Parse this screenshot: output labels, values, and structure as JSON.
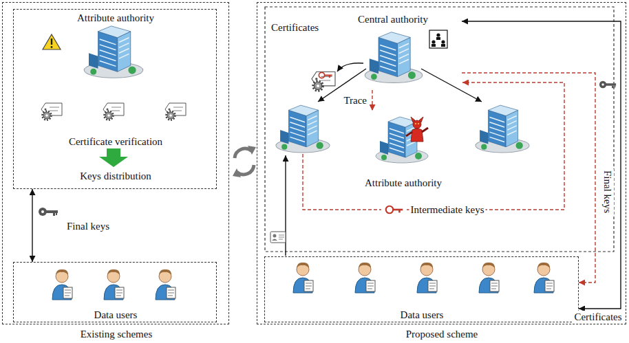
{
  "diagram": {
    "nodes": [
      {
        "text": [
          "Existing schemes"
        ]
      },
      {
        "text": [
          "Attribute authority",
          "Certificate verification",
          "Keys distribution"
        ],
        "in": 0
      },
      {
        "text": [
          "Data users"
        ],
        "in": 0
      },
      {
        "text": [
          "Proposed scheme"
        ]
      },
      {
        "text": [
          "Central authority"
        ],
        "in": 3
      },
      {
        "text": [
          "Attribute authority"
        ],
        "in": 3
      },
      {
        "text": [
          "Data users"
        ],
        "in": 3
      }
    ],
    "edges": [
      {
        "from": 1,
        "to": 2,
        "arrow": "both",
        "label": "Final keys"
      },
      {
        "from": 4,
        "to": 5,
        "arrow": "to",
        "label": "Trace"
      },
      {
        "from": 4,
        "to": 6,
        "arrow": "to",
        "label": "Final keys"
      },
      {
        "from": 6,
        "to": 4,
        "arrow": "both",
        "label": "Certificates"
      }
    ],
    "labels": [
      "Certificates",
      "Intermediate keys"
    ]
  }
}
